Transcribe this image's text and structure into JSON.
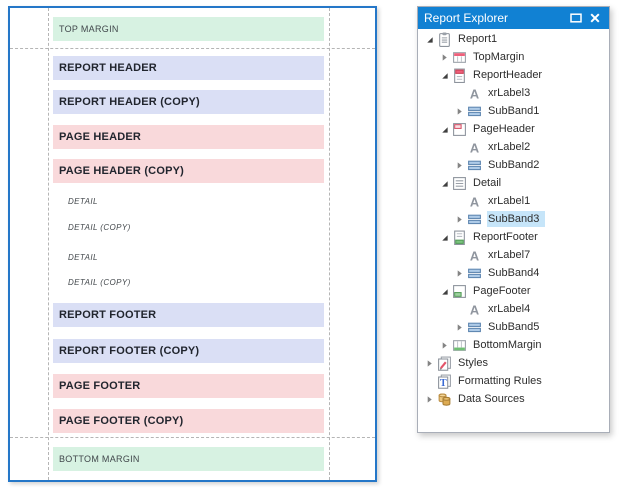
{
  "colors": {
    "panel_titlebar_blue": "#1181d3",
    "surface_border_blue": "#2577c8",
    "band_margin_green": "#d7f2e2",
    "band_header_blue": "#dadff5",
    "band_page_pink": "#f9d9db",
    "tree_selection_blue": "#c6e5f9"
  },
  "surface": {
    "bands": [
      {
        "label": "TOP MARGIN",
        "kind": "margin"
      },
      {
        "label": "REPORT HEADER",
        "kind": "report-header"
      },
      {
        "label": "REPORT HEADER (COPY)",
        "kind": "report-header"
      },
      {
        "label": "PAGE HEADER",
        "kind": "page-header"
      },
      {
        "label": "PAGE HEADER (COPY)",
        "kind": "page-header"
      },
      {
        "label": "DETAIL",
        "kind": "detail"
      },
      {
        "label": "DETAIL (COPY)",
        "kind": "detail"
      },
      {
        "label": "DETAIL",
        "kind": "detail"
      },
      {
        "label": "DETAIL (COPY)",
        "kind": "detail"
      },
      {
        "label": "REPORT FOOTER",
        "kind": "report-footer"
      },
      {
        "label": "REPORT FOOTER (COPY)",
        "kind": "report-footer"
      },
      {
        "label": "PAGE FOOTER",
        "kind": "page-footer"
      },
      {
        "label": "PAGE FOOTER (COPY)",
        "kind": "page-footer"
      },
      {
        "label": "BOTTOM MARGIN",
        "kind": "margin"
      }
    ]
  },
  "explorer": {
    "title": "Report Explorer",
    "window_buttons": [
      {
        "icon": "maximize-icon"
      },
      {
        "icon": "close-icon"
      }
    ],
    "tree": [
      {
        "label": "Report1",
        "level": 0,
        "expander": "open",
        "icon": "report-icon"
      },
      {
        "label": "TopMargin",
        "level": 1,
        "expander": "closed",
        "icon": "top-margin-icon"
      },
      {
        "label": "ReportHeader",
        "level": 1,
        "expander": "open",
        "icon": "report-header-icon"
      },
      {
        "label": "xrLabel3",
        "level": 2,
        "expander": "none",
        "icon": "label-icon"
      },
      {
        "label": "SubBand1",
        "level": 2,
        "expander": "closed",
        "icon": "subband-icon"
      },
      {
        "label": "PageHeader",
        "level": 1,
        "expander": "open",
        "icon": "page-header-icon"
      },
      {
        "label": "xrLabel2",
        "level": 2,
        "expander": "none",
        "icon": "label-icon"
      },
      {
        "label": "SubBand2",
        "level": 2,
        "expander": "closed",
        "icon": "subband-icon"
      },
      {
        "label": "Detail",
        "level": 1,
        "expander": "open",
        "icon": "detail-icon"
      },
      {
        "label": "xrLabel1",
        "level": 2,
        "expander": "none",
        "icon": "label-icon"
      },
      {
        "label": "SubBand3",
        "level": 2,
        "expander": "closed",
        "icon": "subband-icon",
        "selected": true
      },
      {
        "label": "ReportFooter",
        "level": 1,
        "expander": "open",
        "icon": "report-footer-icon"
      },
      {
        "label": "xrLabel7",
        "level": 2,
        "expander": "none",
        "icon": "label-icon"
      },
      {
        "label": "SubBand4",
        "level": 2,
        "expander": "closed",
        "icon": "subband-icon"
      },
      {
        "label": "PageFooter",
        "level": 1,
        "expander": "open",
        "icon": "page-footer-icon"
      },
      {
        "label": "xrLabel4",
        "level": 2,
        "expander": "none",
        "icon": "label-icon"
      },
      {
        "label": "SubBand5",
        "level": 2,
        "expander": "closed",
        "icon": "subband-icon"
      },
      {
        "label": "BottomMargin",
        "level": 1,
        "expander": "closed",
        "icon": "bottom-margin-icon"
      },
      {
        "label": "Styles",
        "level": 0,
        "expander": "closed",
        "icon": "styles-icon"
      },
      {
        "label": "Formatting Rules",
        "level": 0,
        "expander": "none",
        "icon": "formatting-rules-icon"
      },
      {
        "label": "Data Sources",
        "level": 0,
        "expander": "closed",
        "icon": "data-sources-icon"
      }
    ]
  }
}
